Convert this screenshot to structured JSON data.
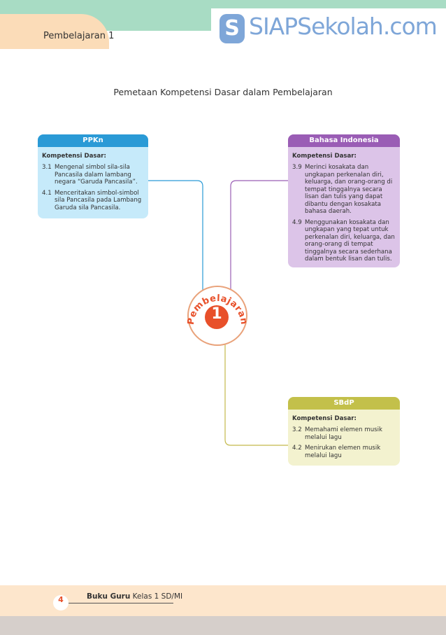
{
  "header": {
    "chapter_label": "Pembelajaran 1",
    "watermark_badge": "S",
    "watermark_text": "SIAPSekolah.com"
  },
  "page_title": "Pemetaan Kompetensi Dasar dalam Pembelajaran",
  "center": {
    "arc_text": "Pembelajaran",
    "number": "1"
  },
  "cards": {
    "ppkn": {
      "title": "PPKn",
      "kd_label": "Kompetensi Dasar:",
      "items": [
        {
          "num": "3.1",
          "text": "Mengenal simbol sila-sila Pancasila dalam lambang negara “Garuda Pancasila”."
        },
        {
          "num": "4.1",
          "text": "Menceritakan simbol-simbol sila Pancasila pada Lambang Garuda sila Pancasila."
        }
      ]
    },
    "bahasa": {
      "title": "Bahasa Indonesia",
      "kd_label": "Kompetensi Dasar:",
      "items": [
        {
          "num": "3.9",
          "text": "Merinci kosakata dan ungkapan perkenalan diri, keluarga, dan orang-orang di tempat tinggalnya secara lisan dan tulis yang dapat dibantu dengan kosakata bahasa daerah."
        },
        {
          "num": "4.9",
          "text": "Menggunakan kosakata dan ungkapan yang tepat untuk perkenalan diri, keluarga, dan orang-orang di tempat tinggalnya secara sederhana dalam bentuk lisan dan tulis."
        }
      ]
    },
    "sbdp": {
      "title": "SBdP",
      "kd_label": "Kompetensi Dasar:",
      "items": [
        {
          "num": "3.2",
          "text": "Memahami elemen musik melalui lagu"
        },
        {
          "num": "4.2",
          "text": "Menirukan elemen musik melalui lagu"
        }
      ]
    }
  },
  "footer": {
    "page_number": "4",
    "book_bold": "Buku Guru",
    "book_rest": " Kelas 1 SD/MI"
  },
  "colors": {
    "ppkn_head": "#2a9ad6",
    "ppkn_body": "#c6eafa",
    "bahasa_head": "#9a5db5",
    "bahasa_body": "#dcc4e8",
    "sbdp_head": "#c3c04a",
    "sbdp_body": "#f3f2cf",
    "accent": "#e8502a"
  }
}
